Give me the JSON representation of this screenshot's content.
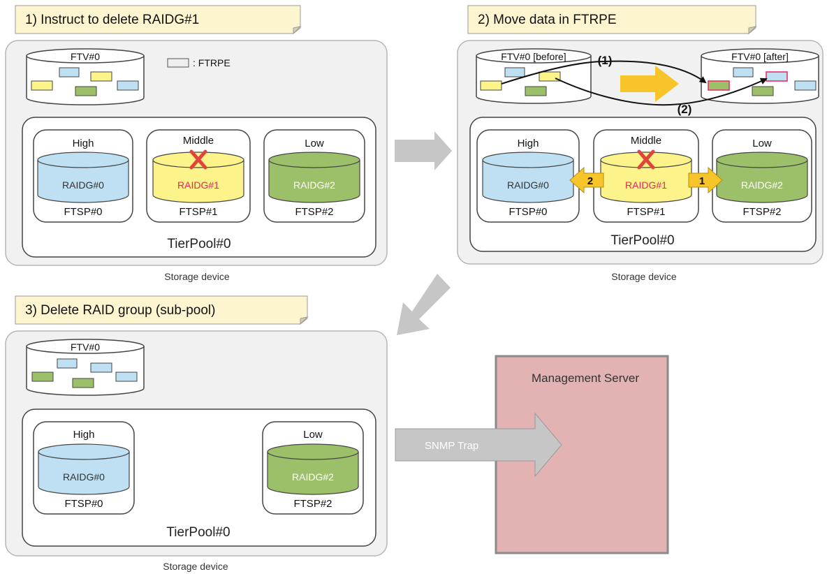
{
  "steps": [
    {
      "title": "1) Instruct to delete RAIDG#1",
      "ftv_label": "FTV#0",
      "legend_label": ": FTRPE",
      "tiers": [
        {
          "tier": "High",
          "raidg": "RAIDG#0",
          "ftsp": "FTSP#0"
        },
        {
          "tier": "Middle",
          "raidg": "RAIDG#1",
          "ftsp": "FTSP#1"
        },
        {
          "tier": "Low",
          "raidg": "RAIDG#2",
          "ftsp": "FTSP#2"
        }
      ],
      "pool_label": "TierPool#0",
      "device_label": "Storage device"
    },
    {
      "title": "2) Move data in FTRPE",
      "ftv_before_label": "FTV#0 [before]",
      "ftv_after_label": "FTV#0 [after]",
      "move_labels": [
        "(1)",
        "(2)"
      ],
      "tiers": [
        {
          "tier": "High",
          "raidg": "RAIDG#0",
          "ftsp": "FTSP#0"
        },
        {
          "tier": "Middle",
          "raidg": "RAIDG#1",
          "ftsp": "FTSP#1"
        },
        {
          "tier": "Low",
          "raidg": "RAIDG#2",
          "ftsp": "FTSP#2"
        }
      ],
      "move_badges": [
        "2",
        "1"
      ],
      "pool_label": "TierPool#0",
      "device_label": "Storage device"
    },
    {
      "title": "3) Delete RAID group (sub-pool)",
      "ftv_label": "FTV#0",
      "tiers": [
        {
          "tier": "High",
          "raidg": "RAIDG#0",
          "ftsp": "FTSP#0"
        },
        {
          "tier": "Low",
          "raidg": "RAIDG#2",
          "ftsp": "FTSP#2"
        }
      ],
      "pool_label": "TierPool#0",
      "device_label": "Storage device"
    }
  ],
  "trap_label": "SNMP Trap",
  "server_label": "Management Server",
  "colors": {
    "high": "#bfe0f2",
    "middle": "#fcf48a",
    "low": "#9cc069",
    "deleted_text": "#e8245c",
    "cross": "#e0443a",
    "panel": "#f1f1f1",
    "title_note": "#fdf5cf",
    "arrow_gray": "#c6c6c6",
    "move_arrow": "#f7c52a",
    "server": "#e3b3b3"
  }
}
